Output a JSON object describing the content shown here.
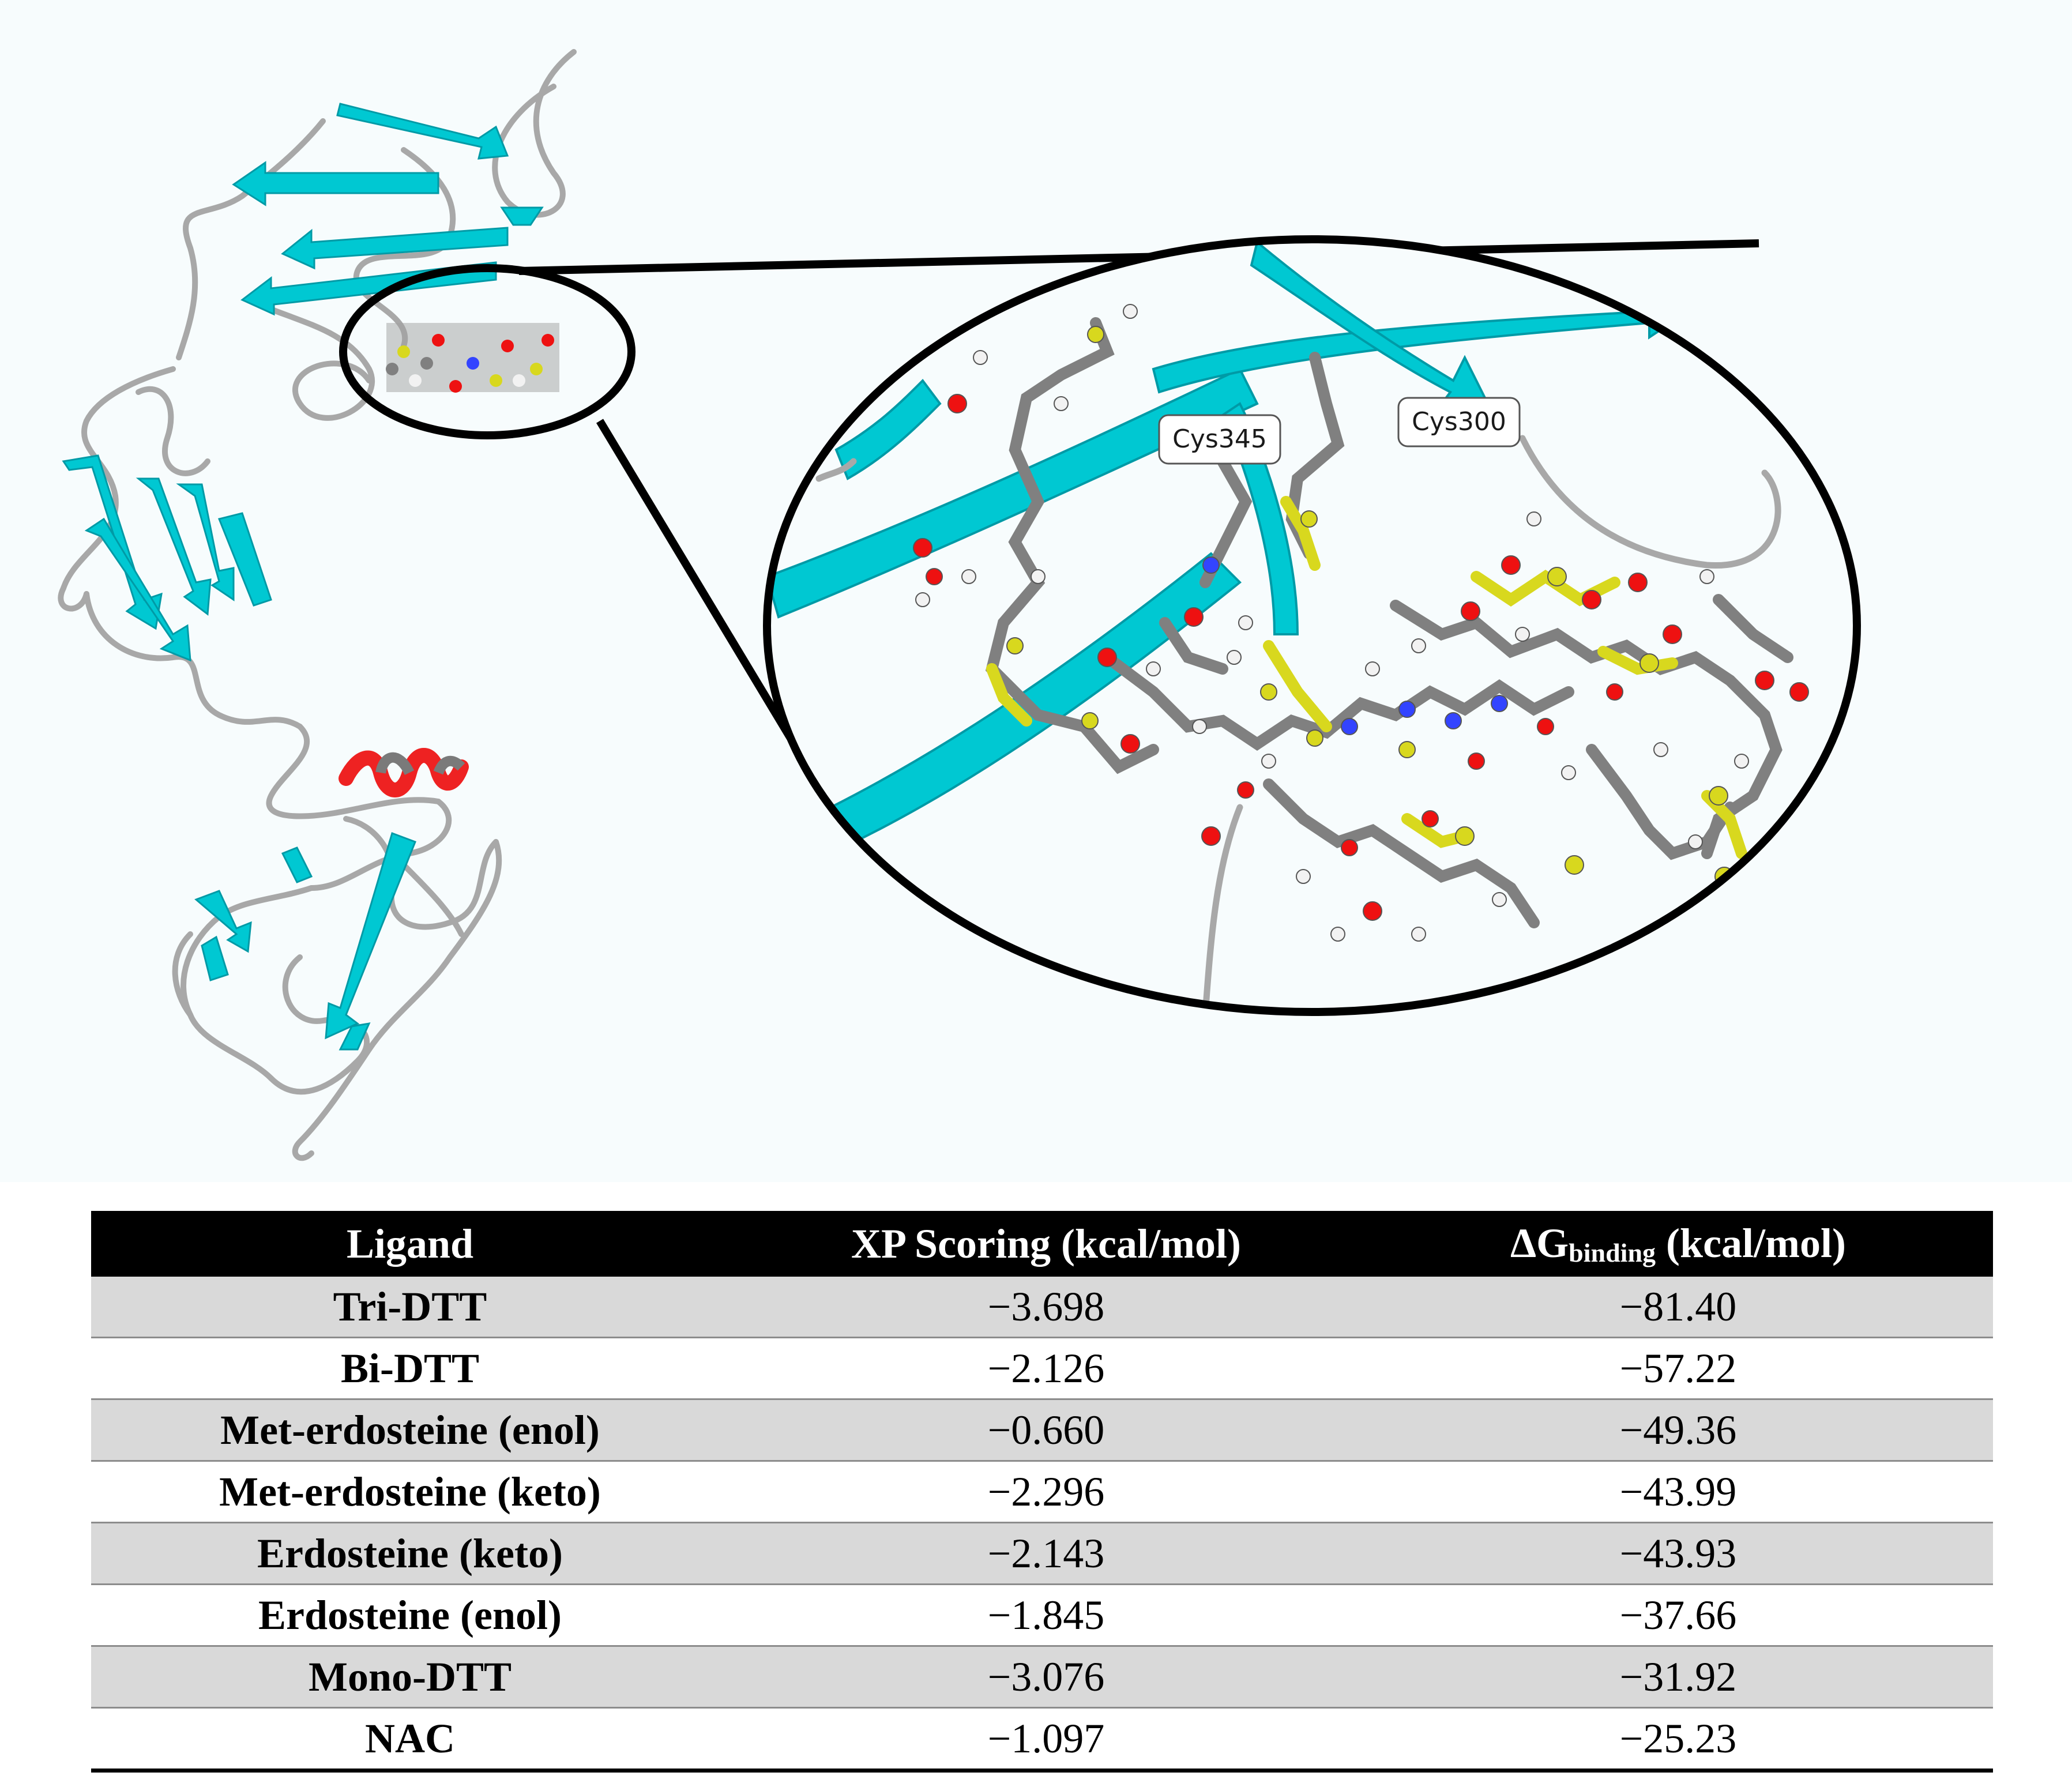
{
  "figure": {
    "labels": {
      "residue_1": "Cys345",
      "residue_2": "Cys300"
    },
    "colors": {
      "sheet": "#00c8d2",
      "helix": "#ee2222",
      "coil": "#a8a8a8",
      "carbon": "#808080",
      "oxygen": "#ee1111",
      "sulfur": "#d8d81e",
      "nitrogen": "#3344ff",
      "hydrogen": "#f2f2f2"
    }
  },
  "table": {
    "headers": {
      "ligand": "Ligand",
      "xp": "XP Scoring (kcal/mol)",
      "dg_prefix": "ΔG",
      "dg_sub": "binding",
      "dg_suffix": " (kcal/mol)"
    },
    "rows": [
      {
        "ligand": "Tri-DTT",
        "xp": "−3.698",
        "dg": "−81.40"
      },
      {
        "ligand": "Bi-DTT",
        "xp": "−2.126",
        "dg": "−57.22"
      },
      {
        "ligand": "Met-erdosteine (enol)",
        "xp": "−0.660",
        "dg": "−49.36"
      },
      {
        "ligand": "Met-erdosteine (keto)",
        "xp": "−2.296",
        "dg": "−43.99"
      },
      {
        "ligand": "Erdosteine (keto)",
        "xp": "−2.143",
        "dg": "−43.93"
      },
      {
        "ligand": "Erdosteine (enol)",
        "xp": "−1.845",
        "dg": "−37.66"
      },
      {
        "ligand": "Mono-DTT",
        "xp": "−3.076",
        "dg": "−31.92"
      },
      {
        "ligand": "NAC",
        "xp": "−1.097",
        "dg": "−25.23"
      }
    ]
  }
}
